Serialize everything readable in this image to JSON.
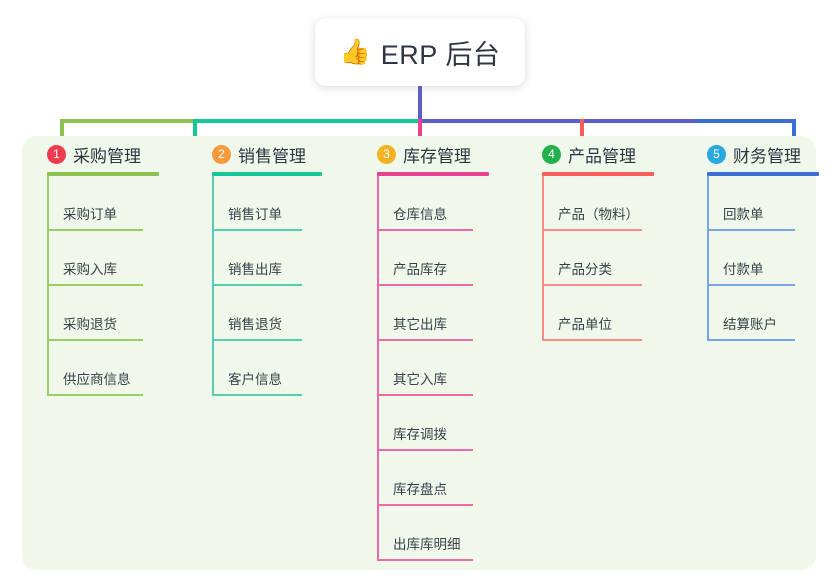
{
  "root": {
    "icon": "thumbs-up-icon",
    "icon_glyph": "👍",
    "title": "ERP 后台"
  },
  "colors": {
    "panel_background": "#eff8ea",
    "root_stem": "#5b5fc7",
    "connector_green": "#8cc152",
    "connector_teal": "#16c79a",
    "connector_indigo": "#5b5fc7",
    "drop_pink": "#e8418f",
    "drop_red": "#fa5c5c",
    "drop_blue": "#3b6fd4"
  },
  "columns": [
    {
      "number": "1",
      "badge_color": "#ef3b4e",
      "line_color": "#8cc152",
      "rule_color": "#9ccc65",
      "title": "采购管理",
      "items": [
        "采购订单",
        "采购入库",
        "采购退货",
        "供应商信息"
      ]
    },
    {
      "number": "2",
      "badge_color": "#f79a3e",
      "line_color": "#16c79a",
      "rule_color": "#56ceb4",
      "title": "销售管理",
      "items": [
        "销售订单",
        "销售出库",
        "销售退货",
        "客户信息"
      ]
    },
    {
      "number": "3",
      "badge_color": "#f5b324",
      "line_color": "#e8418f",
      "rule_color": "#ec6aa6",
      "title": "库存管理",
      "items": [
        "仓库信息",
        "产品库存",
        "其它出库",
        "其它入库",
        "库存调拨",
        "库存盘点",
        "出库库明细"
      ]
    },
    {
      "number": "4",
      "badge_color": "#22b14c",
      "line_color": "#fa5c5c",
      "rule_color": "#fb8a8a",
      "title": "产品管理",
      "items": [
        "产品（物料）",
        "产品分类",
        "产品单位"
      ]
    },
    {
      "number": "5",
      "badge_color": "#29a9e0",
      "line_color": "#3b6fd4",
      "rule_color": "#7ba3e8",
      "title": "财务管理",
      "items": [
        "回款单",
        "付款单",
        "结算账户"
      ]
    }
  ]
}
